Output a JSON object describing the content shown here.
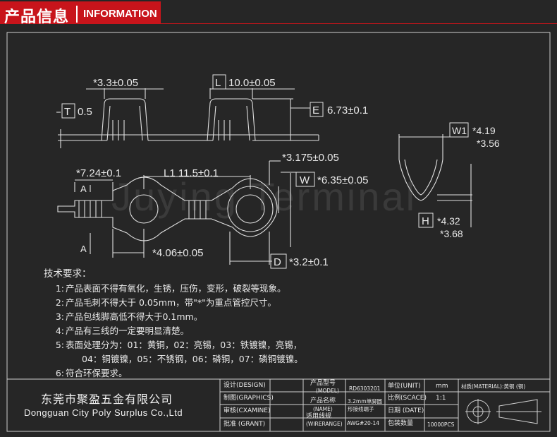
{
  "header": {
    "title_cn": "产品信息",
    "title_en": "INFORMATION"
  },
  "watermark": "Juying Terminal",
  "dimensions": {
    "t_label": "T",
    "t_value": "0.5",
    "top_width": "*3.3±0.05",
    "l_label": "L",
    "l_value": "10.0±0.05",
    "e_label": "E",
    "e_value": "6.73±0.1",
    "w1_label": "W1",
    "w1_upper": "*4.19",
    "w1_lower": "*3.56",
    "hole": "*3.175±0.05",
    "w_label": "W",
    "w_value": "*6.35±0.05",
    "a_width": "*7.24±0.1",
    "l1": "L1  11.5±0.1",
    "a_label": "A",
    "center": "*4.06±0.05",
    "d_label": "D",
    "d_value": "*3.2±0.1",
    "h_label": "H",
    "h_upper": "*4.32",
    "h_lower": "*3.68"
  },
  "notes": {
    "title": "技术要求：",
    "items": [
      {
        "num": "1:",
        "text": "产品表面不得有氧化，生锈，压伤，变形，破裂等现象。"
      },
      {
        "num": "2:",
        "text": "产品毛刺不得大于 0.05mm，带\"*\"为重点管控尺寸。"
      },
      {
        "num": "3:",
        "text": "产品包线脚高低不得大于0.1mm。"
      },
      {
        "num": "4:",
        "text": "产品有三线的一定要明显清楚。"
      },
      {
        "num": "5:",
        "text": "表面处理分为：01：黄铜，02：亮锡，03：铁镀镍，亮锡，"
      },
      {
        "num": "",
        "text": "04：铜镀镍，05：不锈钢，06：磷铜，07：磷铜镀镍。"
      },
      {
        "num": "6:",
        "text": "符合环保要求。"
      }
    ]
  },
  "title_block": {
    "company_cn": "东莞市聚盈五金有限公司",
    "company_en": "Dongguan City Poly Surplus Co.,Ltd",
    "design": "设计(DESIGN)",
    "graphics": "制图(GRAPHICS)",
    "examine": "审核(CXAMINE)",
    "grant": "批准 (GRANT)",
    "model_label": "产品型号",
    "model_label_en": "(MODEL)",
    "model_value": "RD6303201",
    "unit_label": "单位(UNIT)",
    "unit_value": "mm",
    "material": "材质(MATERIAL):黄铜 (铜)",
    "name_label": "产品名称",
    "name_label_en": "(NAME)",
    "name_value1": "3.2mm单脚圆",
    "name_value2": "形接线端子",
    "scale_label": "比例(SCACE)",
    "scale_value": "1:1",
    "wire_label": "适用线规",
    "wire_label_en": "(WIRERANGE)",
    "date_label": "日期 (DATE)",
    "wire_value": "AWG#20-14",
    "pack_label": "包装数量",
    "pack_value": "10000PCS"
  }
}
